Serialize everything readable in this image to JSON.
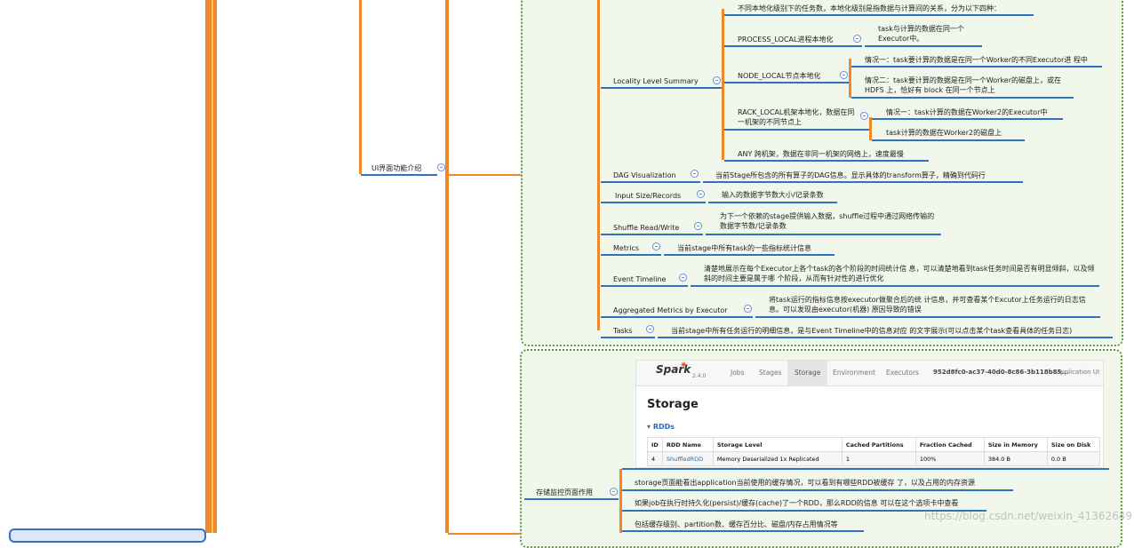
{
  "left_tree": {
    "ui_node": "UI界面功能介绍",
    "storage_node": "存储监控页面作用"
  },
  "stage_section": {
    "locality": {
      "label": "Locality Level Summary",
      "intro": "不同本地化级别下的任务数，本地化级别是指数据与计算间的关系，分为以下四种：",
      "process_local": {
        "label": "PROCESS_LOCAL进程本地化",
        "desc": "task与计算的数据在同一个Executor中。"
      },
      "node_local": {
        "label": "NODE_LOCAL节点本地化",
        "case1": "情况一：task要计算的数据是在同一个Worker的不同Executor进 程中",
        "case2": "情况二：task要计算的数据是在同一个Worker的磁盘上，或在 HDFS 上，恰好有 block 在同一个节点上"
      },
      "rack_local": {
        "label": "RACK_LOCAL机架本地化，数据在同一机架的不同节点上",
        "case1": "情况一：task计算的数据在Worker2的Executor中",
        "case2": "task计算的数据在Worker2的磁盘上"
      },
      "any": "ANY 跨机架，数据在非同一机架的网络上，速度最慢"
    },
    "items": [
      {
        "label": "DAG Visualization",
        "desc": "当前Stage所包含的所有算子的DAG信息。显示具体的transform算子，精确到代码行"
      },
      {
        "label": "Input Size/Records",
        "desc": "输入的数据字节数大小/记录条数"
      },
      {
        "label": "Shuffle Read/Write",
        "desc": "为下一个依赖的stage提供输入数据，shuffle过程中通过网络传输的数据字节数/记录条数"
      },
      {
        "label": "Metrics",
        "desc": "当前stage中所有task的一些指标统计信息"
      },
      {
        "label": "Event Timeline",
        "desc": "清楚地展示在每个Executor上各个task的各个阶段的时间统计信 息，可以清楚地看到task任务时间是否有明显倾斜，以及倾斜的时间主要是属于哪 个阶段，从而有针对性的进行优化"
      },
      {
        "label": "Aggregated Metrics by Executor",
        "desc": "将task运行的指标信息按executor做聚合后的统 计信息，并可查看某个Excutor上任务运行的日志信息。可以发现由executor(机器) 原因导致的错误"
      },
      {
        "label": "Tasks",
        "desc": "当前stage中所有任务运行的明细信息，是与Event Timeline中的信息对应 的文字展示(可以点击某个task查看具体的任务日志)"
      }
    ]
  },
  "spark_ui": {
    "logo": "Spark",
    "version": "2.4.0",
    "tabs": [
      "Jobs",
      "Stages",
      "Storage",
      "Environment",
      "Executors"
    ],
    "active_tab": "Storage",
    "app_id": "952d8fc0-ac37-40d0-8c86-3b118b85...",
    "app_suffix": "application UI",
    "page_title": "Storage",
    "section": "RDDs",
    "columns": [
      "ID",
      "RDD Name",
      "Storage Level",
      "Cached Partitions",
      "Fraction Cached",
      "Size in Memory",
      "Size on Disk"
    ],
    "rows": [
      [
        "4",
        "ShuffledRDD",
        "Memory Deserialized 1x Replicated",
        "1",
        "100%",
        "384.0 B",
        "0.0 B"
      ]
    ]
  },
  "storage_items": [
    "storage页面能看出application当前使用的缓存情况，可以看到有哪些RDD被缓存 了，以及占用的内存资源",
    "如果job在执行时持久化(persist)/缓存(cache)了一个RDD，那么RDD的信息 可以在这个选项卡中查看",
    "包括缓存级别、partition数、缓存百分比、磁盘/内存占用情况等"
  ],
  "watermark": "https://blog.csdn.net/weixin_41362649",
  "colors": {
    "branch": "#f0882a",
    "underline": "#2f72c4",
    "box_border": "#5f9a3a",
    "box_bg": "#f2f7ec"
  }
}
